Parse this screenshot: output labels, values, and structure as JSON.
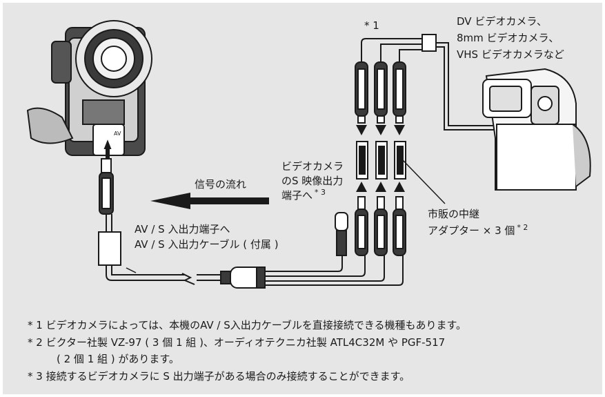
{
  "labels": {
    "asterisk1": "* 1",
    "dv_camera_line1": "DV ビデオカメラ、",
    "dv_camera_line2": "8mm ビデオカメラ、",
    "dv_camera_line3": "VHS ビデオカメラなど",
    "s_video_line1": "ビデオカメラ",
    "s_video_line2": "のS 映像出力",
    "s_video_line3": "端子へ",
    "s_video_sup": "* 3",
    "signal_flow": "信号の流れ",
    "adapter_line1": "市販の中継",
    "adapter_line2": "アダプター × 3 個",
    "adapter_sup": "* 2",
    "av_terminal": "AV / S 入出力端子へ",
    "av_cable": "AV / S 入出力ケーブル ( 付属 )",
    "jack_label": "AV"
  },
  "notes": [
    "* 1  ビデオカメラによっては、本機のAV / S入出力ケーブルを直接接続できる機種もあります。",
    "* 2  ビクター社製 VZ-97 ( 3 個 1 組 )、オーディオテクニカ社製 ATL4C32M や PGF-517",
    "( 2 個 1 組 ) があります。",
    "* 3  接続するビデオカメラに S 出力端子がある場合のみ接続することができます。"
  ],
  "colors": {
    "panel_bg": "#e6e6e6",
    "line": "#1a1a1a",
    "cable_fill": "#ffffff",
    "plug_dark": "#333333"
  }
}
